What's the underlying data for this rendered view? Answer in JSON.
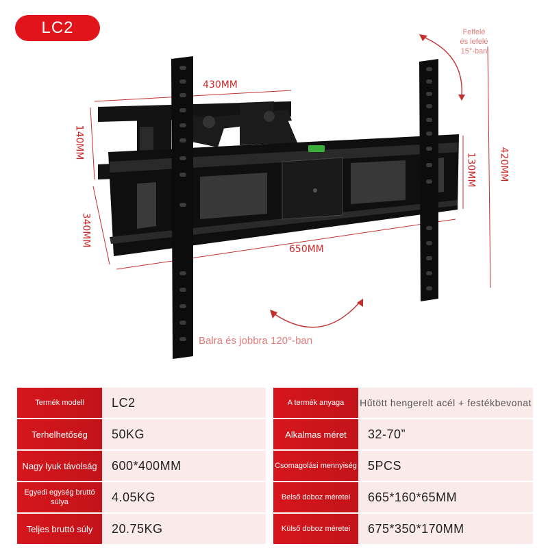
{
  "badge": "LC2",
  "dimensions": {
    "top_width": "430MM",
    "left_height": "140MM",
    "depth": "340MM",
    "bottom_width": "650MM",
    "right_inner_height": "130MM",
    "total_height": "420MM"
  },
  "tilt_note": {
    "line1": "Felfelé",
    "line2": "és lefelé",
    "line3": "15°-ban"
  },
  "swivel_note": "Balra és jobbra 120°-ban",
  "specs": [
    {
      "label_left": "Termék modell",
      "value_left": "LC2",
      "label_right": "A termék anyaga",
      "value_right": "Hűtött hengerelt acél + festékbevonat"
    },
    {
      "label_left": "Terhelhetőség",
      "value_left": "50KG",
      "label_right": "Alkalmas méret",
      "value_right": "32-70”"
    },
    {
      "label_left": "Nagy lyuk távolság",
      "value_left": "600*400MM",
      "label_right": "Csomagolási mennyiség",
      "value_right": "5PCS"
    },
    {
      "label_left": "Egyedi egység bruttó súlya",
      "value_left": "4.05KG",
      "label_right": "Belső doboz méretei",
      "value_right": "665*160*65MM"
    },
    {
      "label_left": "Teljes bruttó súly",
      "value_left": "20.75KG",
      "label_right": "Külső doboz méretei",
      "value_right": "675*350*170MM"
    }
  ],
  "colors": {
    "accent": "#e1141b",
    "label_bg": "#c8161c",
    "value_bg": "#fbeaea",
    "dim_text": "#cc2a2a"
  }
}
